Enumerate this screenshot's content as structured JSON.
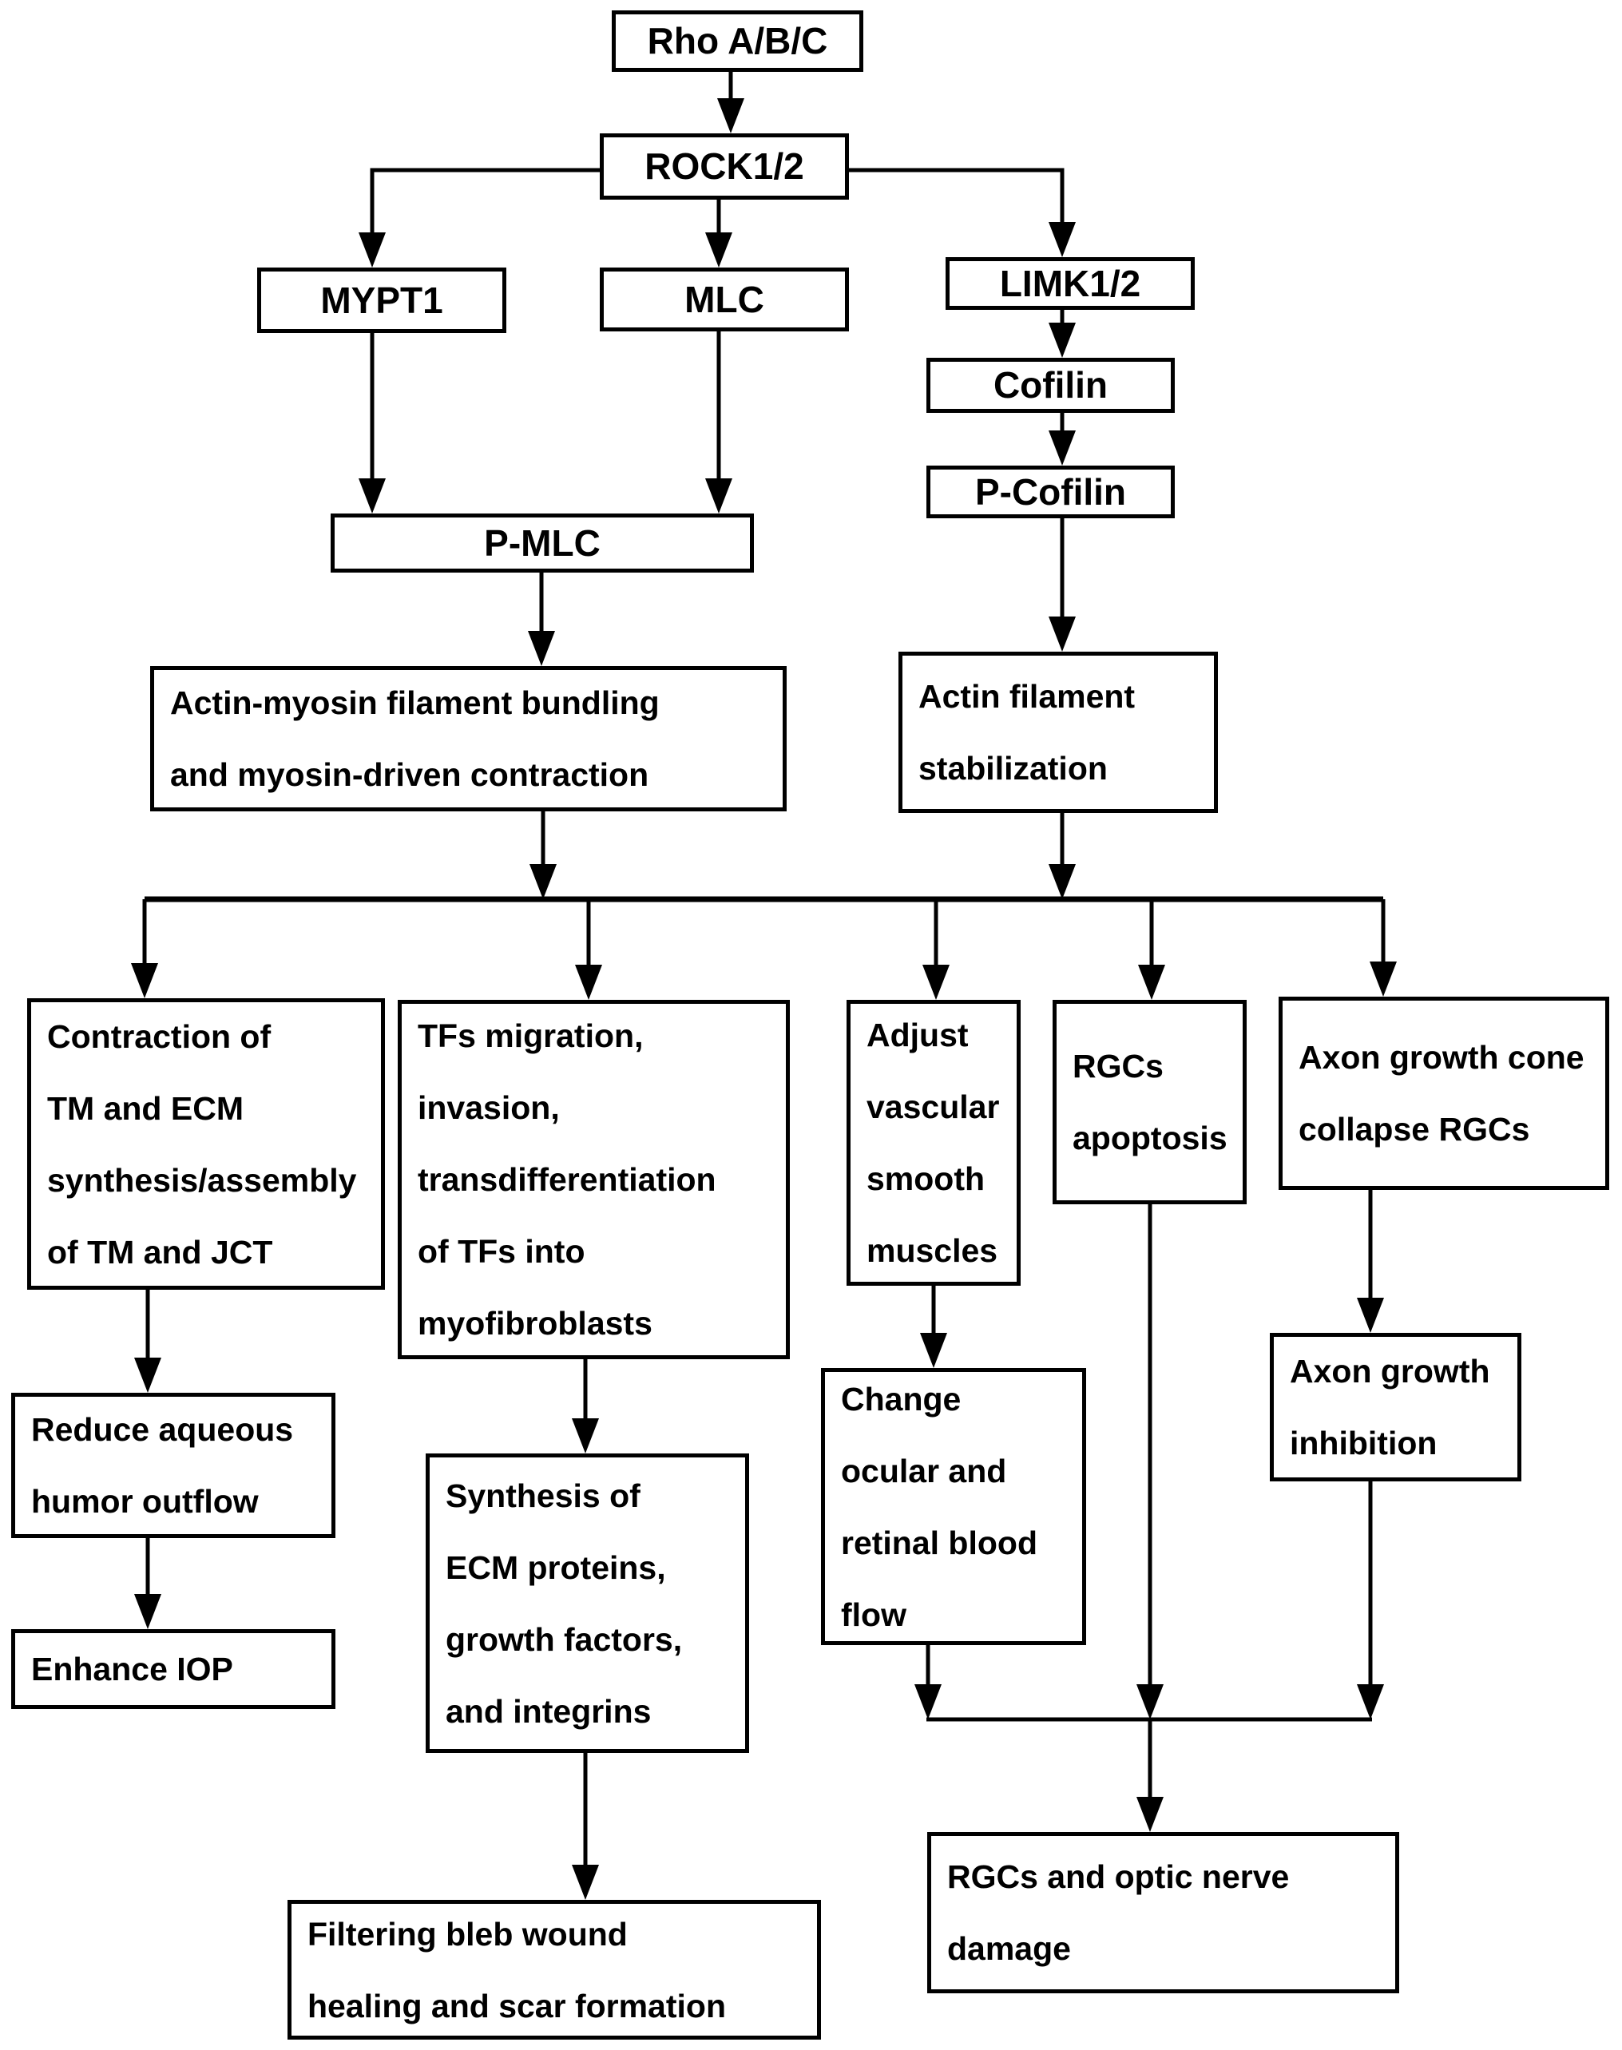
{
  "diagram": {
    "title": "Rho/ROCK signaling pathway flowchart",
    "background_color": "#ffffff",
    "line_color": "#000000",
    "nodes": {
      "rho": {
        "label": "Rho A/B/C"
      },
      "rock": {
        "label": "ROCK1/2"
      },
      "mypt1": {
        "label": "MYPT1"
      },
      "mlc": {
        "label": "MLC"
      },
      "limk": {
        "label": "LIMK1/2"
      },
      "cofilin": {
        "label": "Cofilin"
      },
      "pcofilin": {
        "label": "P-Cofilin"
      },
      "pmlc": {
        "label": "P-MLC"
      },
      "actin_myosin": {
        "label": "Actin-myosin filament bundling\nand myosin-driven contraction"
      },
      "actin_stab": {
        "label": "Actin filament\nstabilization"
      },
      "contraction": {
        "label": "Contraction of\nTM and ECM\nsynthesis/assembly\nof TM and JCT"
      },
      "tfs": {
        "label": "TFs migration,\ninvasion,\ntransdifferentiation\nof TFs into\nmyofibroblasts"
      },
      "adjust": {
        "label": "Adjust\nvascular\nsmooth\nmuscles"
      },
      "rgcs_apoptosis": {
        "label": "RGCs\napoptosis"
      },
      "axon_cone": {
        "label": "Axon growth cone\ncollapse RGCs"
      },
      "reduce": {
        "label": "Reduce aqueous\nhumor outflow"
      },
      "enhance": {
        "label": "Enhance IOP"
      },
      "synthesis": {
        "label": "Synthesis of\nECM proteins,\ngrowth factors,\nand integrins"
      },
      "change": {
        "label": "Change\nocular and\nretinal blood\nflow"
      },
      "axon_inhib": {
        "label": "Axon growth\ninhibition"
      },
      "filtering": {
        "label": "Filtering bleb wound\nhealing and scar formation"
      },
      "rgcs_damage": {
        "label": "RGCs and optic nerve\ndamage"
      }
    }
  }
}
